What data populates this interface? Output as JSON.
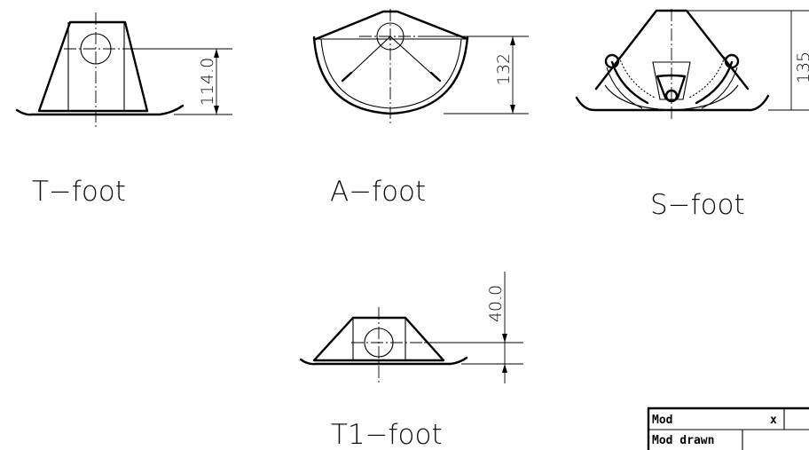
{
  "parts": [
    {
      "id": "t-foot",
      "label": "T−foot",
      "dimension": "114.0"
    },
    {
      "id": "a-foot",
      "label": "A−foot",
      "dimension": "132"
    },
    {
      "id": "s-foot",
      "label": "S−foot",
      "dimension": "135"
    },
    {
      "id": "t1-foot",
      "label": "T1−foot",
      "dimension": "40.0"
    }
  ],
  "title_block": {
    "row1_label": "Mod",
    "row1_mark": "x",
    "row2_label": "Mod drawn"
  }
}
